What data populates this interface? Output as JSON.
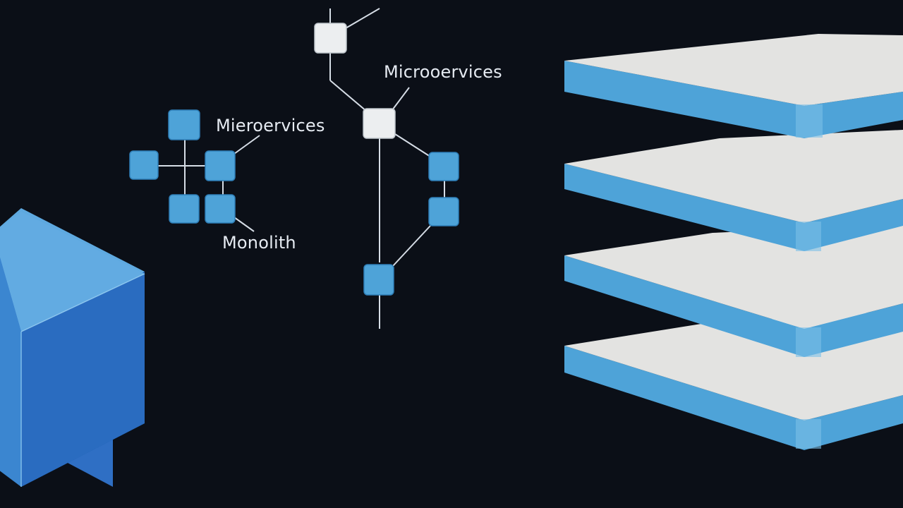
{
  "labels": {
    "microservices_top": "Microoervices",
    "microservices_left": "Mieroervices",
    "monolith": "Monolith"
  },
  "colors": {
    "background": "#0b0f17",
    "node_blue": "#4ea3d8",
    "node_blue_edge": "#2f7fb8",
    "node_white": "#eceef0",
    "connector": "#d6dde6",
    "cube_top": "#5ea9e0",
    "cube_front": "#2f6fc4",
    "cube_side": "#1e5cae",
    "layer_top": "#e3e3e1",
    "layer_edge": "#4ea3d8"
  },
  "icons": {
    "cube": "monolith-cube-icon",
    "layers": "layered-stack-icon"
  }
}
